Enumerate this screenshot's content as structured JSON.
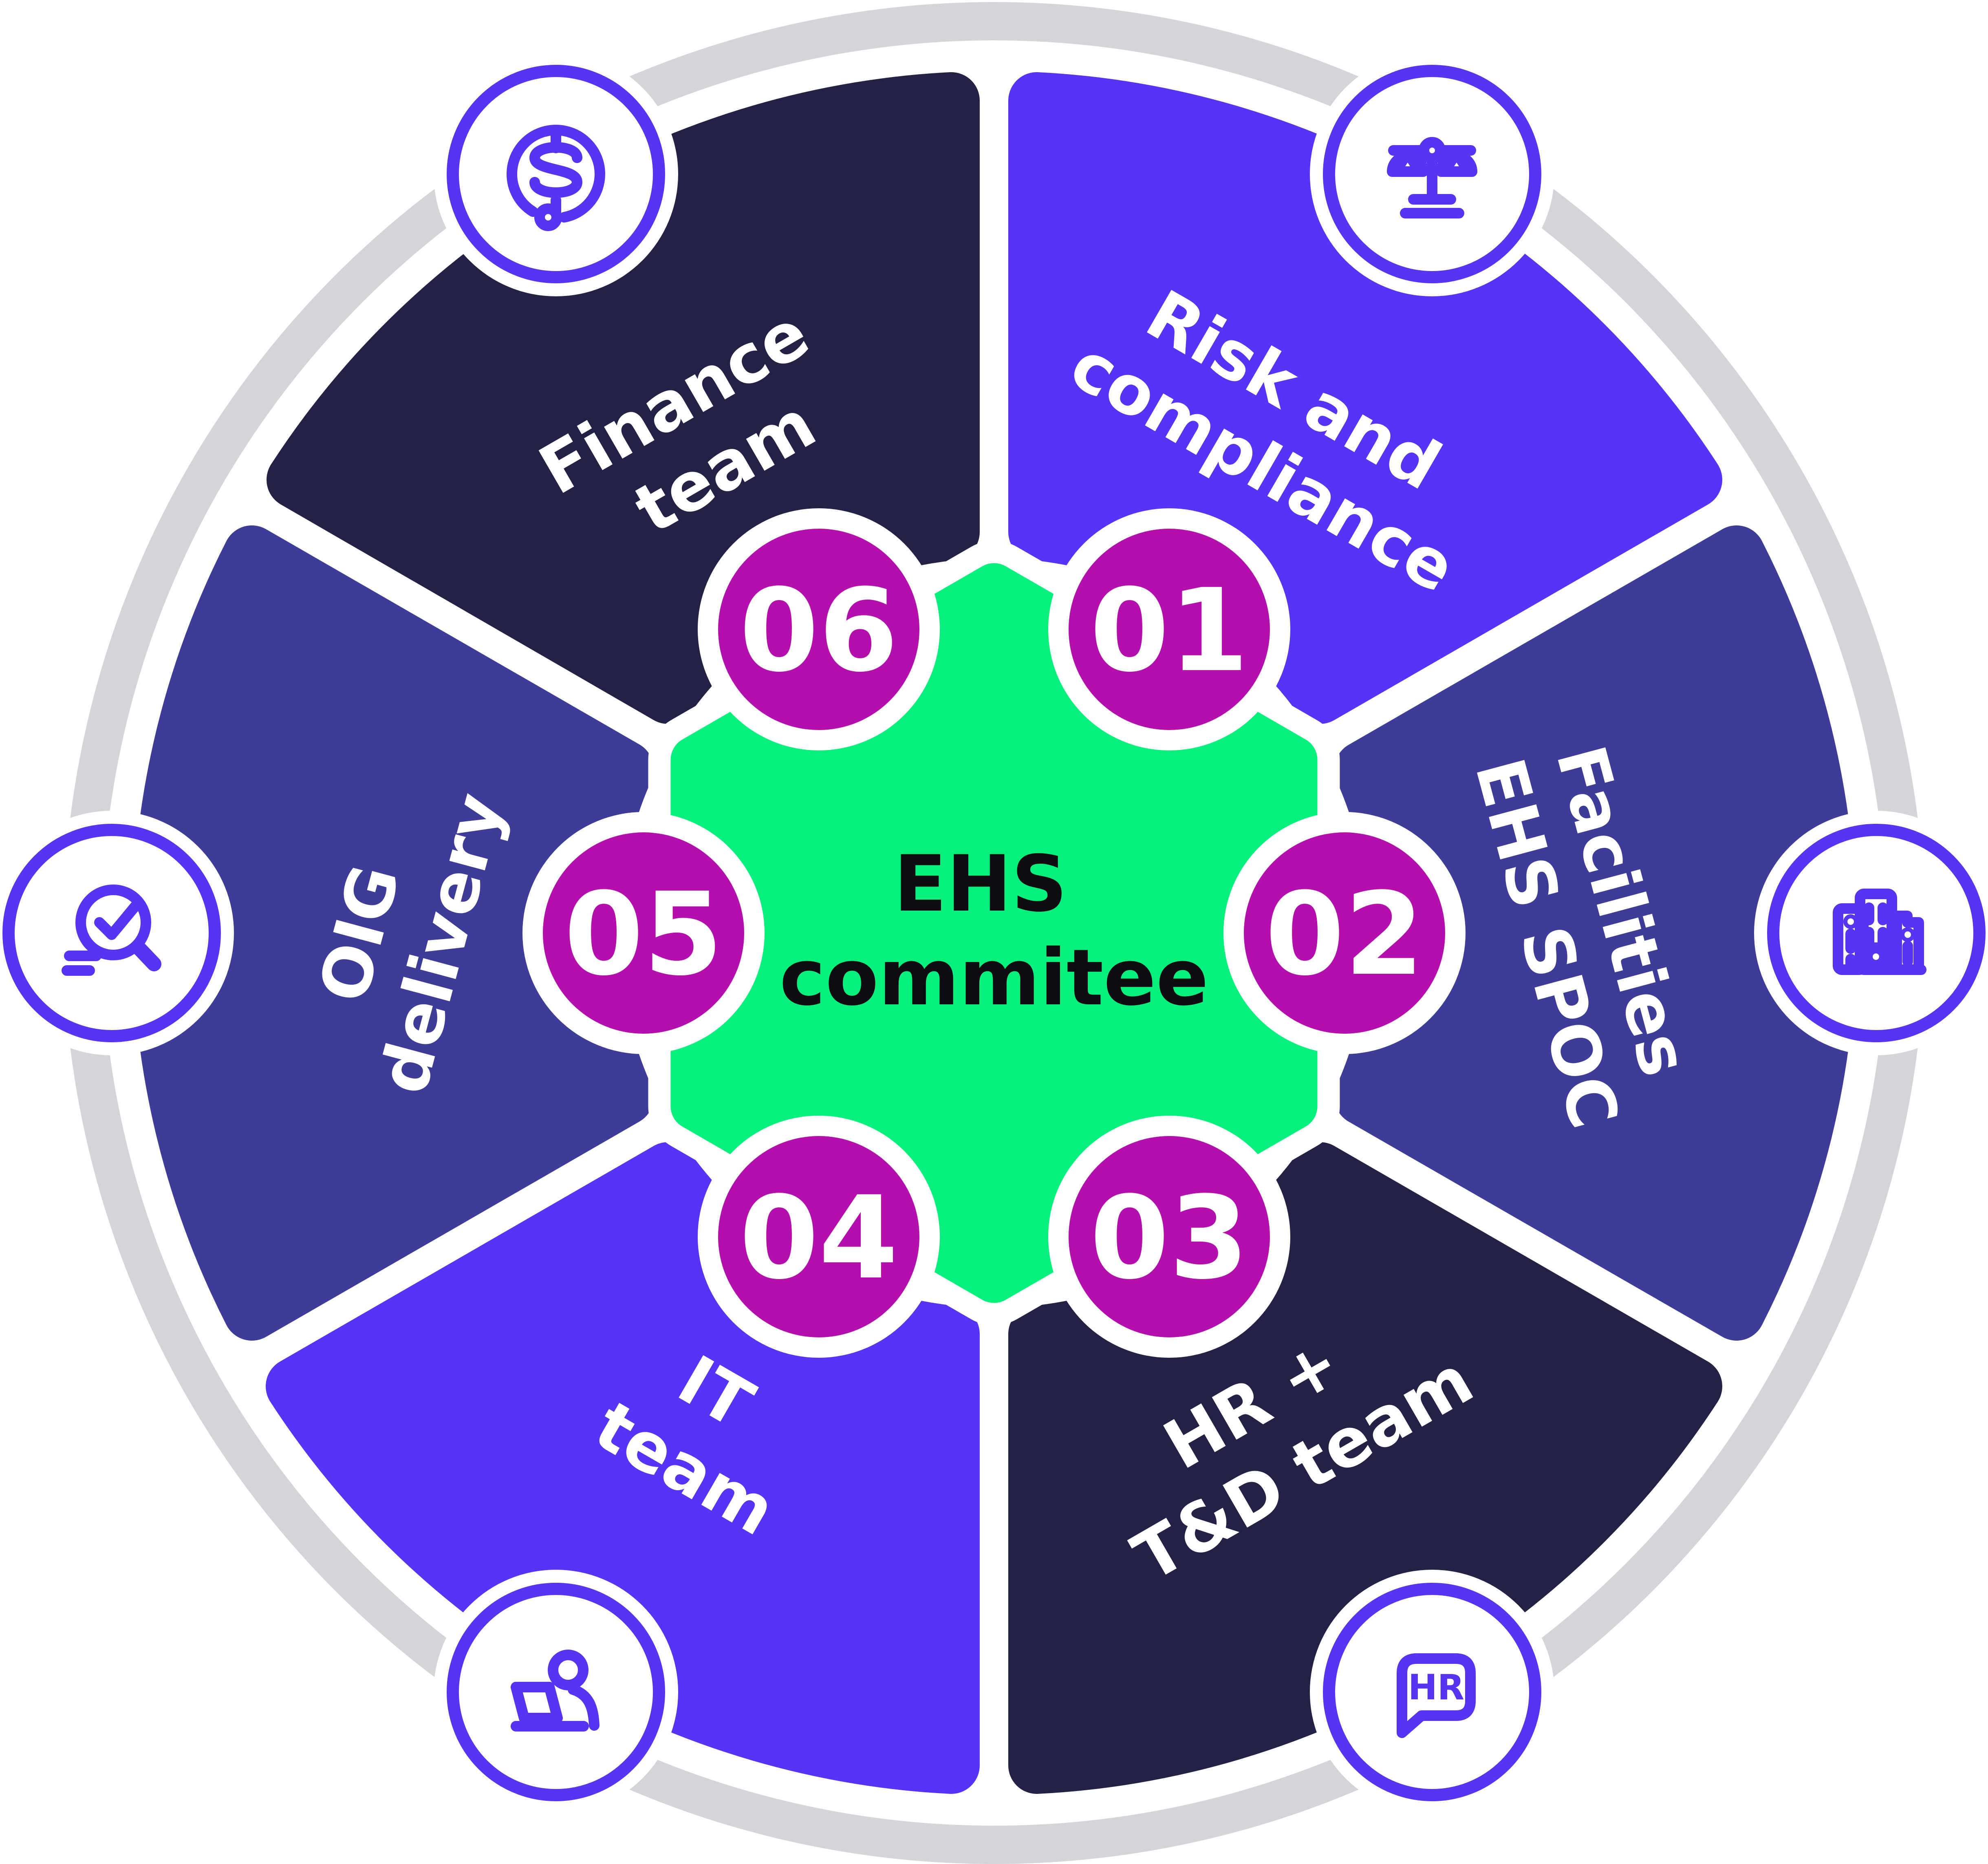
{
  "center": {
    "line1": "EHS",
    "line2": "commitee"
  },
  "colors": {
    "violet": "#5733F7",
    "indigo": "#3E3C99",
    "navy": "#232246",
    "magenta": "#B40FAD",
    "green": "#06F07C",
    "ring_gray": "#D3D5D8",
    "icon_purple": "#5733F2",
    "white": "#FFFFFF"
  },
  "segments": [
    {
      "name": "risk-and-compliance",
      "number": "01",
      "label_line1": "Risk and",
      "label_line2": "compliance",
      "color": "#5733F7",
      "icon": "scales-icon"
    },
    {
      "name": "facilities-ehs-spoc",
      "number": "02",
      "label_line1": "Facilities",
      "label_line2": "EHS SPOC",
      "color": "#3E3C99",
      "icon": "buildings-icon"
    },
    {
      "name": "hr-td-team",
      "number": "03",
      "label_line1": "HR +",
      "label_line2": "T&D team",
      "color": "#232246",
      "icon": "hr-chat-icon"
    },
    {
      "name": "it-team",
      "number": "04",
      "label_line1": "IT",
      "label_line2": "team",
      "color": "#5733F7",
      "icon": "person-laptop-icon"
    },
    {
      "name": "oig-delivery",
      "number": "05",
      "label_line1": "OIG",
      "label_line2": "delivery",
      "color": "#3E3C99",
      "icon": "magnifier-check-icon"
    },
    {
      "name": "finance-team",
      "number": "06",
      "label_line1": "Finance",
      "label_line2": "team",
      "color": "#232246",
      "icon": "dollar-icon"
    }
  ],
  "hr_icon_text": "HR"
}
